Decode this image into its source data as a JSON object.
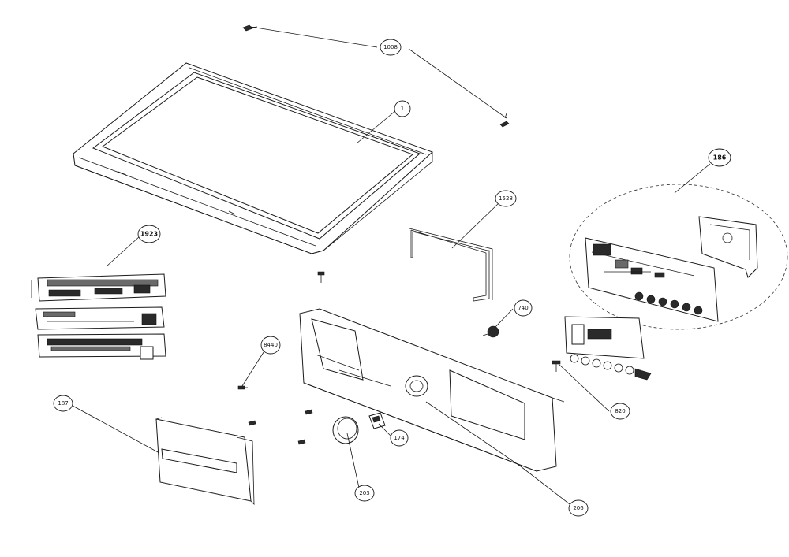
{
  "callouts": [
    {
      "id": "c1008",
      "label": "1008"
    },
    {
      "id": "c1",
      "label": "1"
    },
    {
      "id": "c186",
      "label": "186"
    },
    {
      "id": "c1528",
      "label": "1528"
    },
    {
      "id": "c1923",
      "label": "1923"
    },
    {
      "id": "c740",
      "label": "740"
    },
    {
      "id": "c8440",
      "label": "8440"
    },
    {
      "id": "c820",
      "label": "820"
    },
    {
      "id": "c187",
      "label": "187"
    },
    {
      "id": "c174",
      "label": "174"
    },
    {
      "id": "c203",
      "label": "203"
    },
    {
      "id": "c206",
      "label": "206"
    }
  ]
}
